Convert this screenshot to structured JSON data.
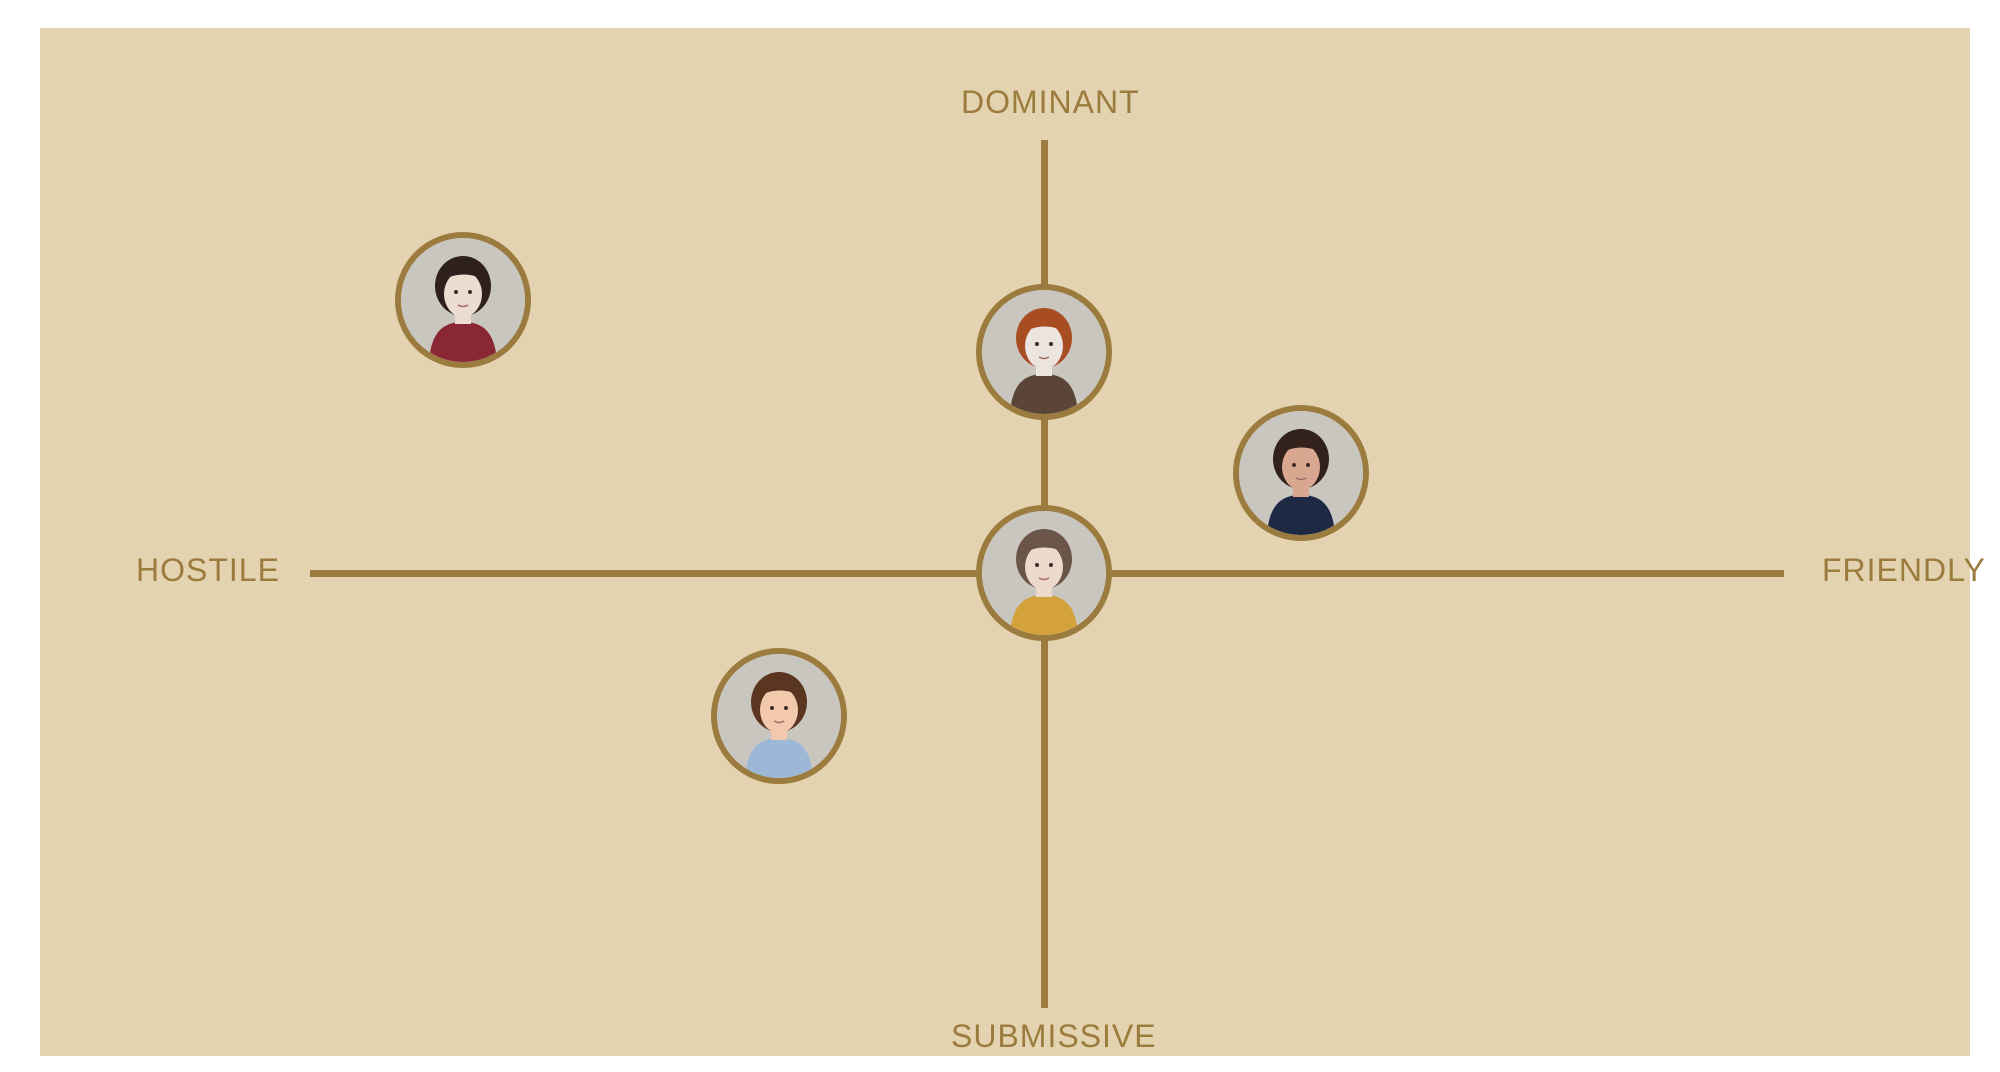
{
  "axes": {
    "top": "DOMINANT",
    "bottom": "SUBMISSIVE",
    "left": "HOSTILE",
    "right": "FRIENDLY"
  },
  "colors": {
    "background": "#e4d3b0",
    "accent": "#9c7c3e",
    "portrait_bg": "#c9c6c0"
  },
  "characters": [
    {
      "id": "dark-haired-woman-red-top",
      "friendly": -0.79,
      "dominant": 0.63,
      "hair": "#2e211d",
      "skin": "#eddcd2",
      "outfit": "#8a2734"
    },
    {
      "id": "red-haired-person",
      "friendly": 0.0,
      "dominant": 0.51,
      "hair": "#a84d22",
      "skin": "#ece4de",
      "outfit": "#5b4536"
    },
    {
      "id": "dark-haired-man",
      "friendly": 0.35,
      "dominant": 0.23,
      "hair": "#33221c",
      "skin": "#d9a690",
      "outfit": "#1e2a44"
    },
    {
      "id": "woman-with-scarf",
      "friendly": 0.0,
      "dominant": 0.0,
      "hair": "#6b5548",
      "skin": "#ecd9cc",
      "outfit": "#d4a23a"
    },
    {
      "id": "man-with-blue-beret",
      "friendly": -0.36,
      "dominant": -0.33,
      "hair": "#5a3520",
      "skin": "#f2c9ad",
      "outfit": "#9db8d6"
    }
  ]
}
